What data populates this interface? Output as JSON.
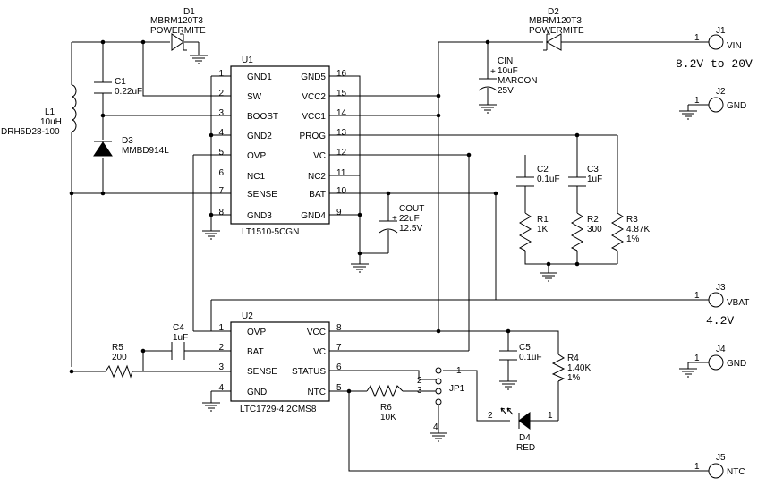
{
  "u1": {
    "ref": "U1",
    "part": "LT1510-5CGN",
    "pins_left": [
      {
        "num": "1",
        "name": "GND1"
      },
      {
        "num": "2",
        "name": "SW"
      },
      {
        "num": "3",
        "name": "BOOST"
      },
      {
        "num": "4",
        "name": "GND2"
      },
      {
        "num": "5",
        "name": "OVP"
      },
      {
        "num": "6",
        "name": "NC1"
      },
      {
        "num": "7",
        "name": "SENSE"
      },
      {
        "num": "8",
        "name": "GND3"
      }
    ],
    "pins_right": [
      {
        "num": "16",
        "name": "GND5"
      },
      {
        "num": "15",
        "name": "VCC2"
      },
      {
        "num": "14",
        "name": "VCC1"
      },
      {
        "num": "13",
        "name": "PROG"
      },
      {
        "num": "12",
        "name": "VC"
      },
      {
        "num": "11",
        "name": "NC2"
      },
      {
        "num": "10",
        "name": "BAT"
      },
      {
        "num": "9",
        "name": "GND4"
      }
    ]
  },
  "u2": {
    "ref": "U2",
    "part": "LTC1729-4.2CMS8",
    "pins_left": [
      {
        "num": "1",
        "name": "OVP"
      },
      {
        "num": "2",
        "name": "BAT"
      },
      {
        "num": "3",
        "name": "SENSE"
      },
      {
        "num": "4",
        "name": "GND"
      }
    ],
    "pins_right": [
      {
        "num": "8",
        "name": "VCC"
      },
      {
        "num": "7",
        "name": "VC"
      },
      {
        "num": "6",
        "name": "STATUS"
      },
      {
        "num": "5",
        "name": "NTC"
      }
    ]
  },
  "diodes": {
    "d1": {
      "ref": "D1",
      "part": "MBRM120T3",
      "pkg": "POWERMITE"
    },
    "d2": {
      "ref": "D2",
      "part": "MBRM120T3",
      "pkg": "POWERMITE"
    },
    "d3": {
      "ref": "D3",
      "part": "MMBD914L"
    },
    "d4": {
      "ref": "D4",
      "part": "RED",
      "pin1": "1",
      "pin2": "2"
    }
  },
  "inductor": {
    "ref": "L1",
    "value": "10uH",
    "part": "DRH5D28-100"
  },
  "capacitors": {
    "c1": {
      "ref": "C1",
      "value": "0.22uF"
    },
    "cin": {
      "ref": "CIN",
      "plus": "+",
      "value": "10uF",
      "part": "MARCON",
      "voltage": "25V"
    },
    "cout": {
      "ref": "COUT",
      "plus": "+",
      "value": "22uF",
      "voltage": "12.5V"
    },
    "c2": {
      "ref": "C2",
      "value": "0.1uF"
    },
    "c3": {
      "ref": "C3",
      "value": "1uF"
    },
    "c4": {
      "ref": "C4",
      "value": "1uF"
    },
    "c5": {
      "ref": "C5",
      "value": "0.1uF"
    }
  },
  "resistors": {
    "r1": {
      "ref": "R1",
      "value": "1K"
    },
    "r2": {
      "ref": "R2",
      "value": "300"
    },
    "r3": {
      "ref": "R3",
      "value": "4.87K",
      "tol": "1%"
    },
    "r4": {
      "ref": "R4",
      "value": "1.40K",
      "tol": "1%"
    },
    "r5": {
      "ref": "R5",
      "value": "200"
    },
    "r6": {
      "ref": "R6",
      "value": "10K"
    }
  },
  "jumper": {
    "ref": "JP1",
    "pins": [
      "1",
      "2",
      "3",
      "4"
    ]
  },
  "connectors": {
    "j1": {
      "ref": "J1",
      "pin": "1",
      "net": "VIN",
      "note": "8.2V to 20V"
    },
    "j2": {
      "ref": "J2",
      "pin": "1",
      "net": "GND"
    },
    "j3": {
      "ref": "J3",
      "pin": "1",
      "net": "VBAT",
      "note": "4.2V"
    },
    "j4": {
      "ref": "J4",
      "pin": "1",
      "net": "GND"
    },
    "j5": {
      "ref": "J5",
      "pin": "1",
      "net": "NTC"
    }
  }
}
